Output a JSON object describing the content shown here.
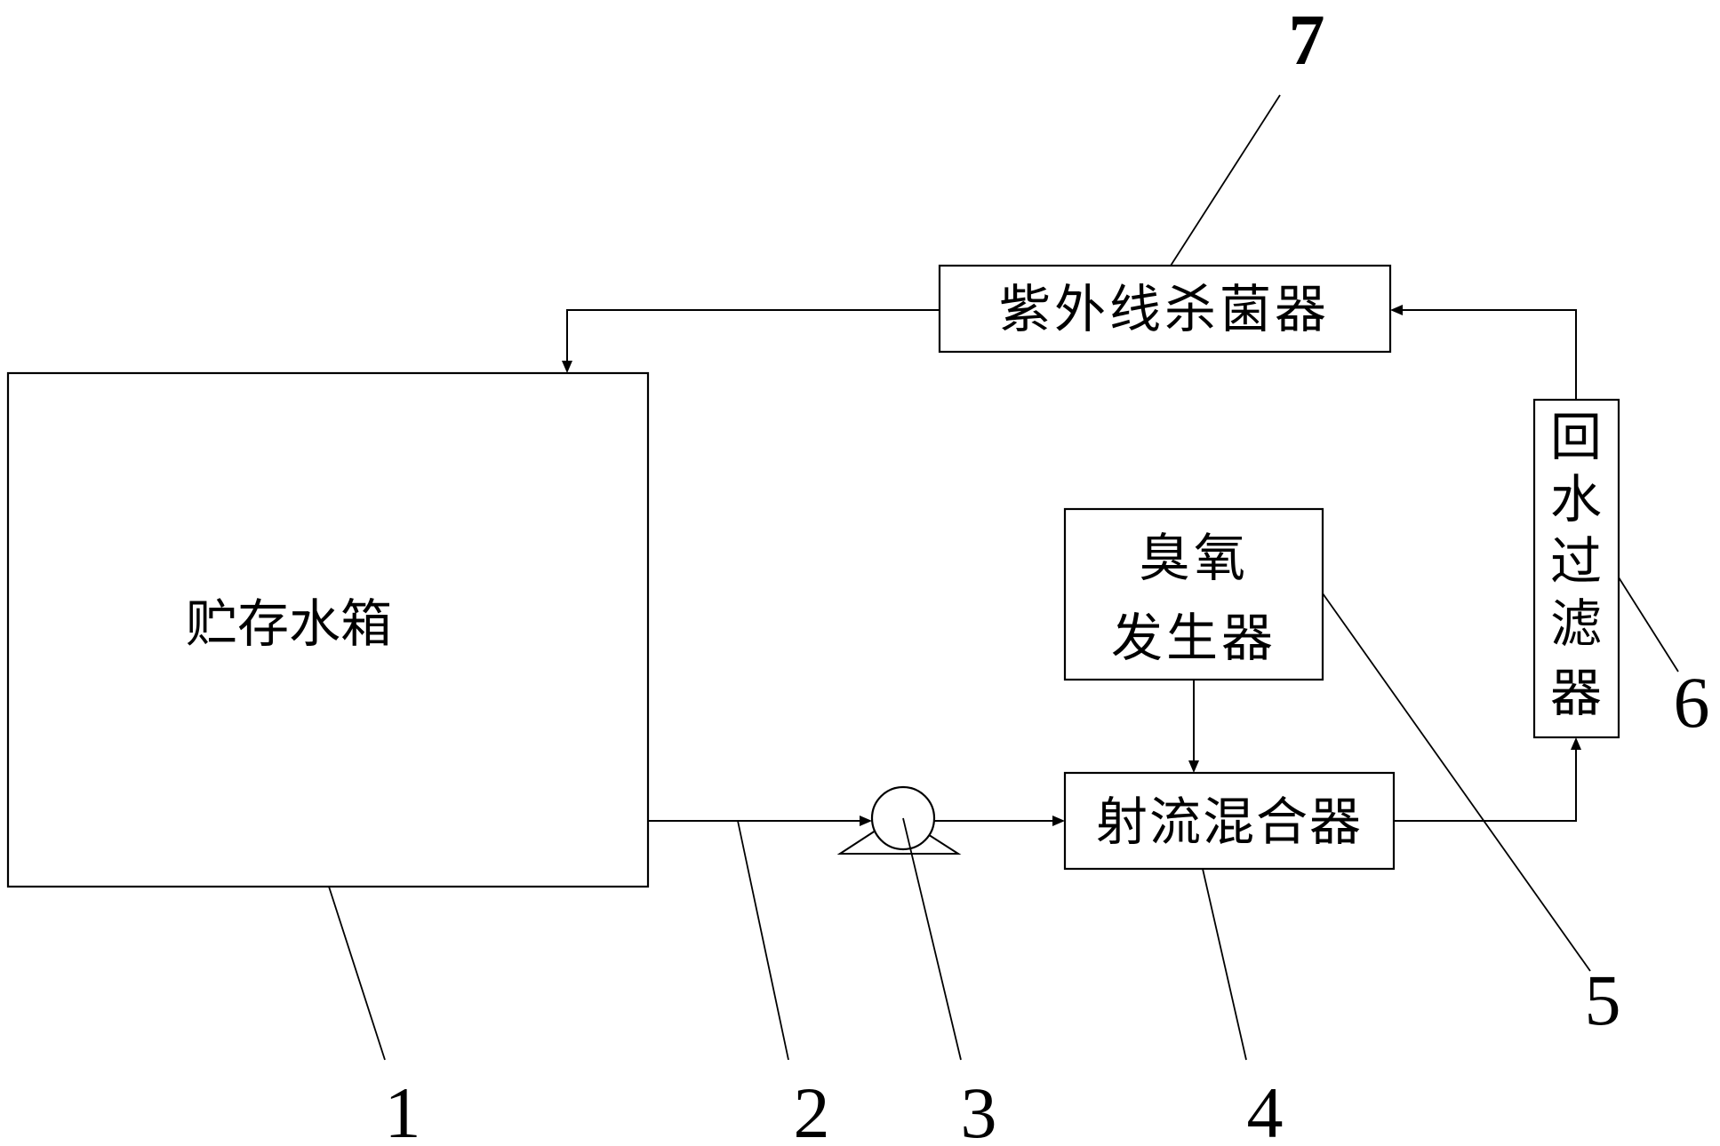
{
  "components": {
    "storage_tank": "贮存水箱",
    "uv_sterilizer": "紫外线杀菌器",
    "ozone_generator_line1": "臭氧",
    "ozone_generator_line2": "发生器",
    "jet_mixer": "射流混合器",
    "return_filter_chars": [
      "回",
      "水",
      "过",
      "滤",
      "器"
    ]
  },
  "callouts": {
    "n1": "1",
    "n2": "2",
    "n3": "3",
    "n4": "4",
    "n5": "5",
    "n6": "6",
    "n7": "7"
  }
}
